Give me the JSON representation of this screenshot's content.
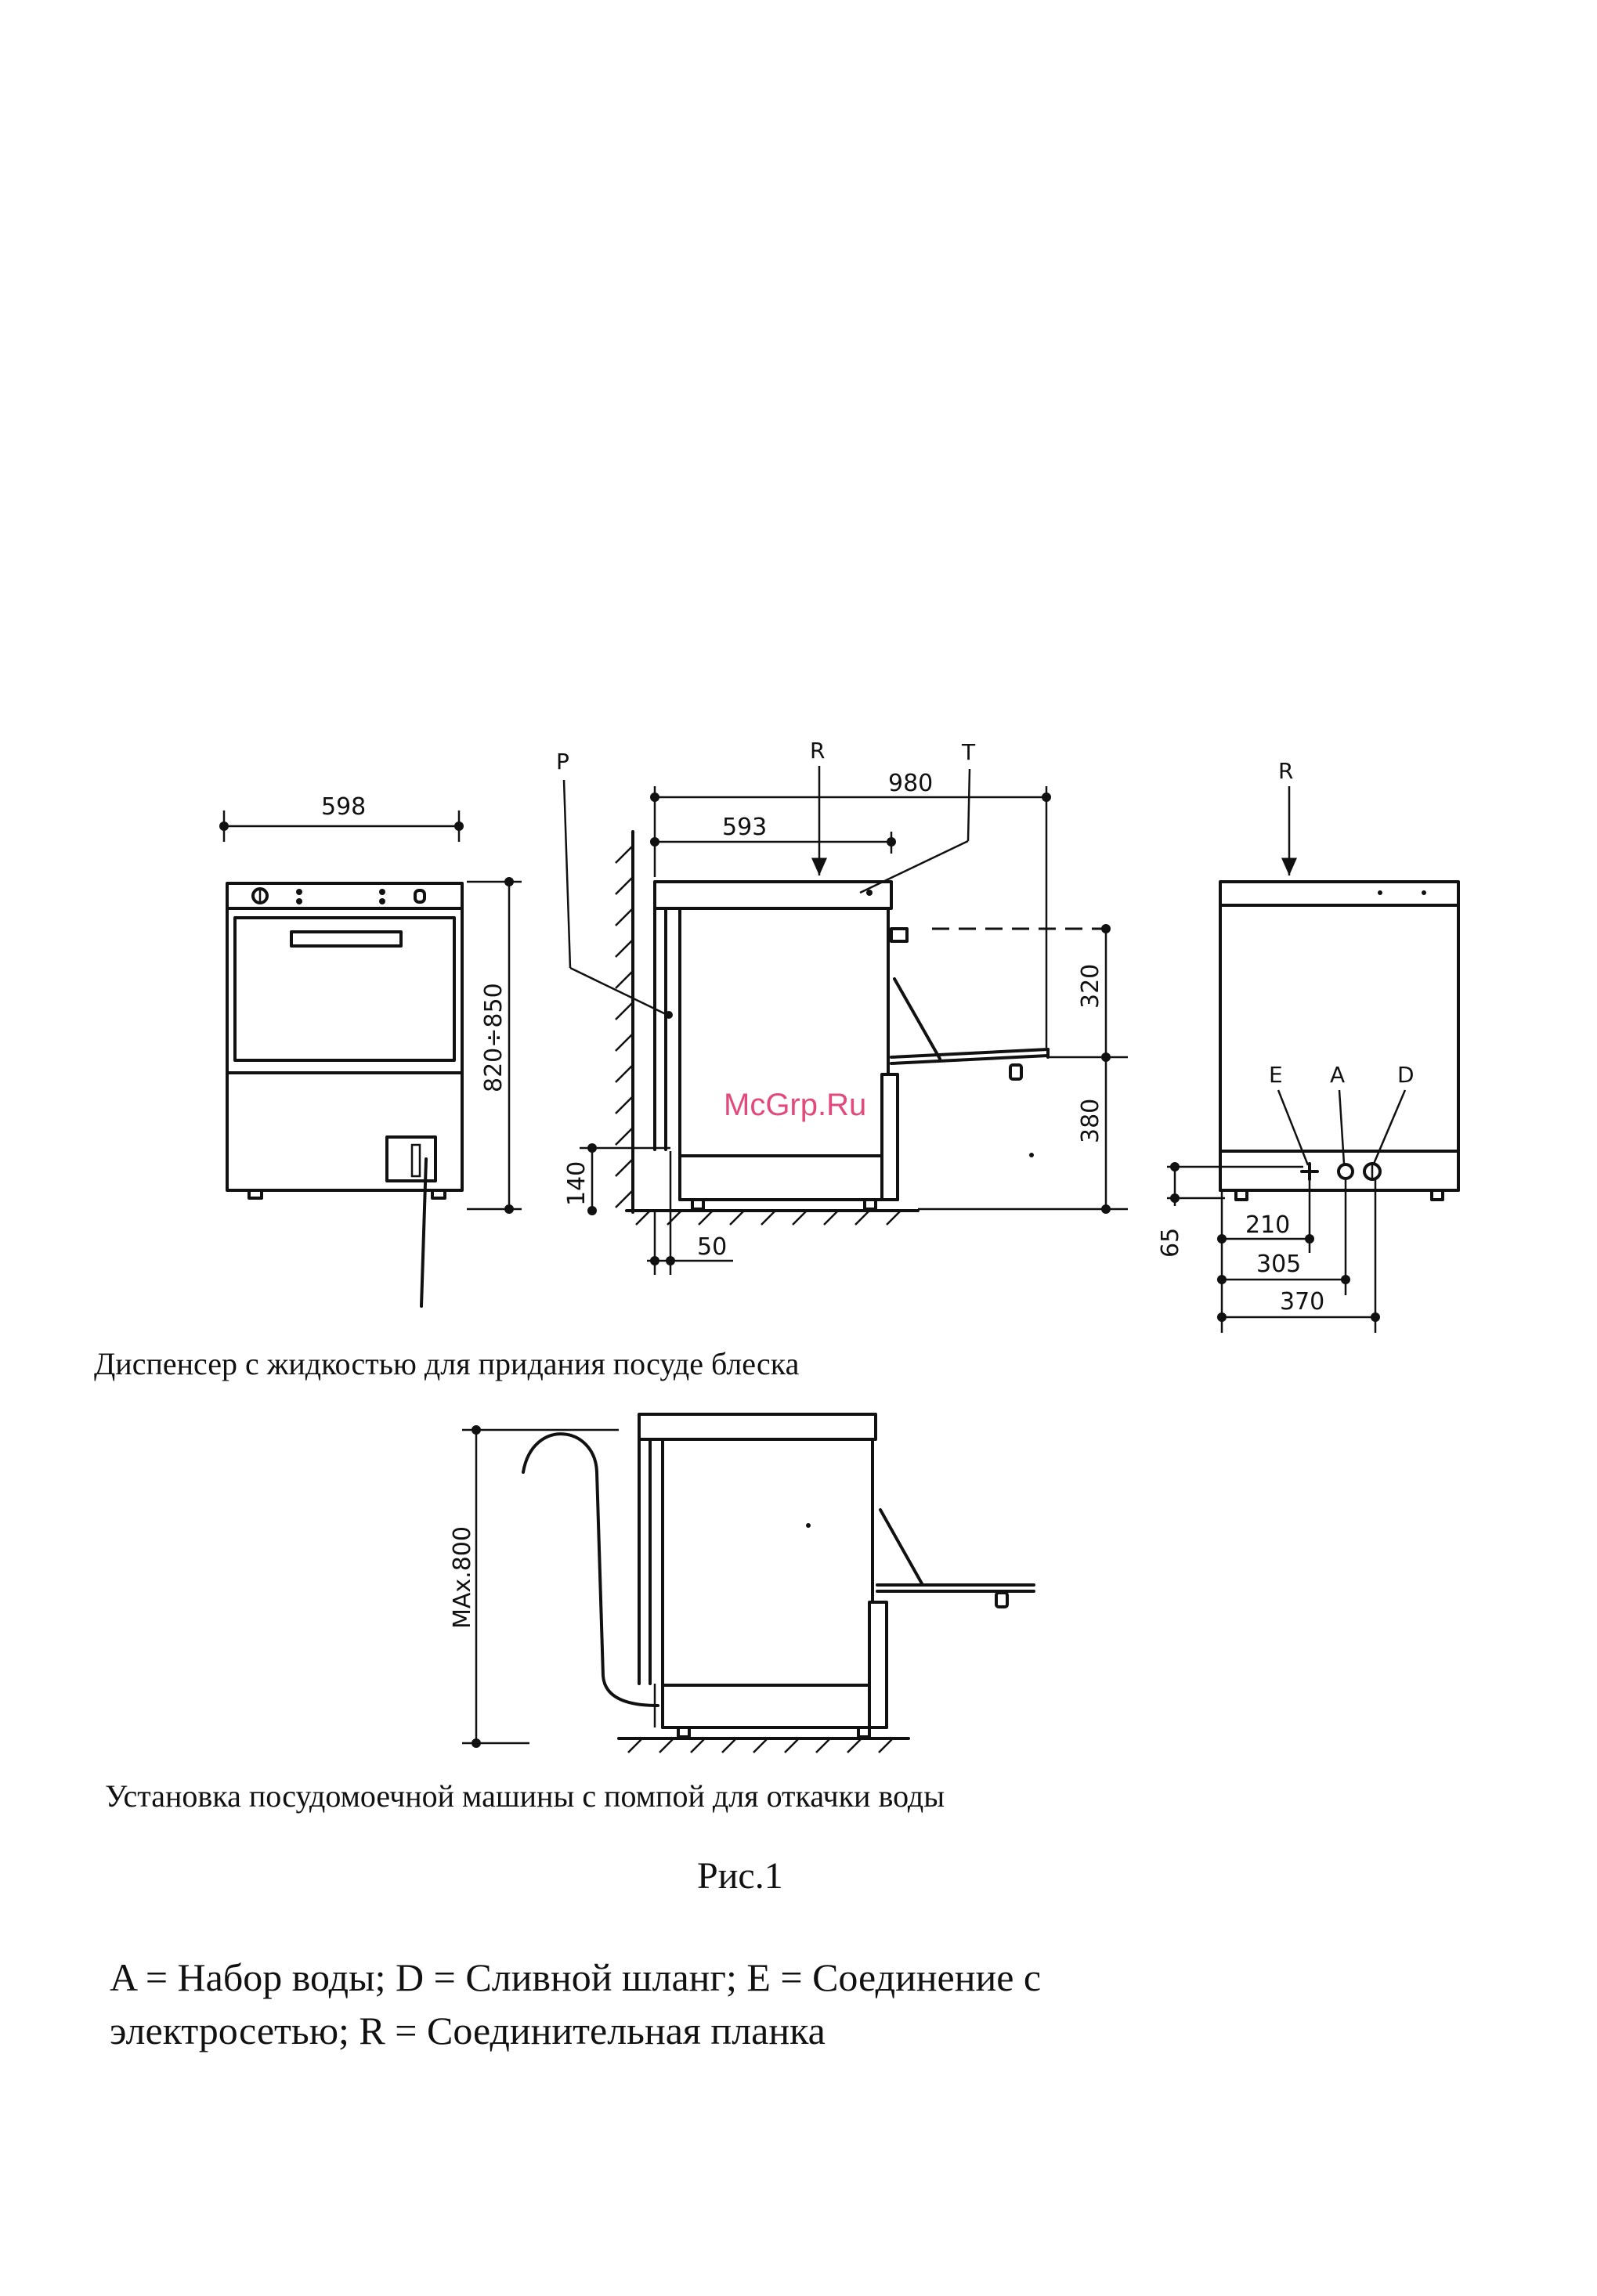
{
  "front_view": {
    "width_label": "598",
    "height_label": "820÷850"
  },
  "side_view": {
    "callout_p": "P",
    "callout_r": "R",
    "callout_t": "T",
    "depth_total": "980",
    "depth_body": "593",
    "height_upper": "320",
    "height_lower": "380",
    "height_base": "140",
    "offset_wall": "50",
    "watermark": "McGrp.Ru"
  },
  "rear_view": {
    "callout_r": "R",
    "connector_e": "E",
    "connector_a": "A",
    "connector_d": "D",
    "height_65": "65",
    "dist_e": "210",
    "dist_a": "305",
    "dist_d": "370"
  },
  "caption_dispenser": "Диспенсер с жидкостью для придания посуде блеска",
  "pump_view": {
    "max_height": "MAx.800"
  },
  "caption_pump": "Установка посудомоечной машины с помпой для откачки воды",
  "figure_label": "Рис.1",
  "legend_line1": "A = Набор воды; D  = Сливной шланг; E = Соединение с",
  "legend_line2": "электросетью;  R = Соединительная планка"
}
